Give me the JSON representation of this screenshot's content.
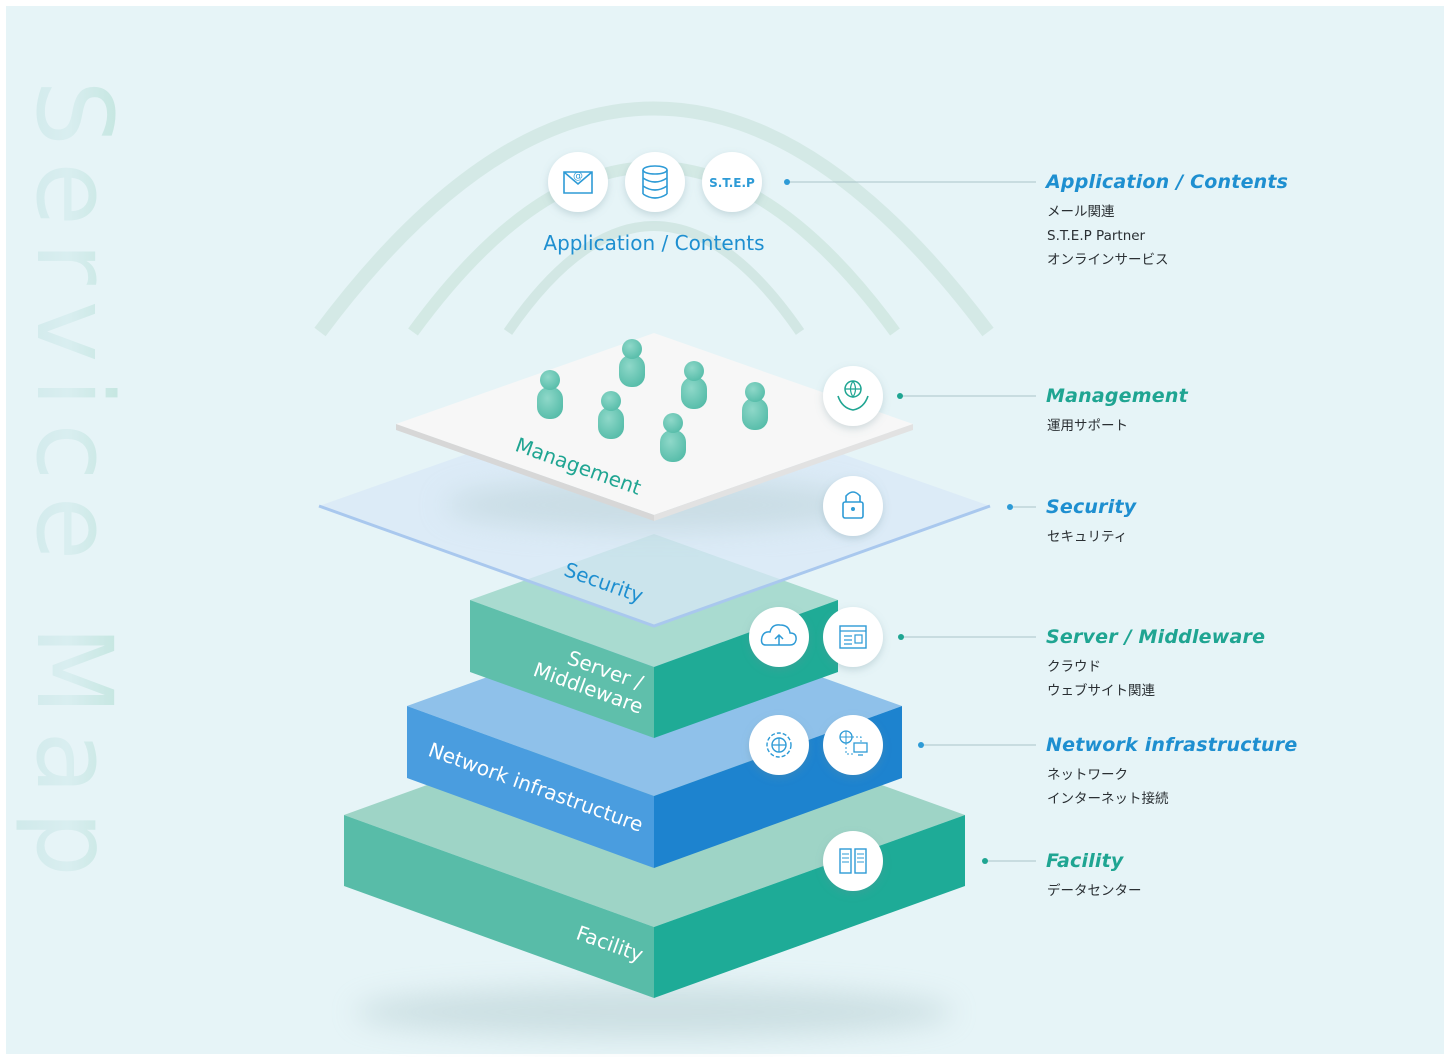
{
  "diagram": {
    "watermark": "Service Map",
    "top_label": "Application / Contents",
    "step_badge": "S.T.E.P",
    "layer_labels": {
      "management": "Management",
      "security": "Security",
      "server_line1": "Server /",
      "server_line2": "Middleware",
      "network": "Network infrastructure",
      "facility": "Facility"
    }
  },
  "legend": [
    {
      "title": "Application / Contents",
      "items": [
        "メール関連",
        "S.T.E.P Partner",
        "オンラインサービス"
      ],
      "color": "#1e8fd0"
    },
    {
      "title": "Management",
      "items": [
        "運用サポート"
      ],
      "color": "#1fa592"
    },
    {
      "title": "Security",
      "items": [
        "セキュリティ"
      ],
      "color": "#1e8fd0"
    },
    {
      "title": "Server / Middleware",
      "items": [
        "クラウド",
        "ウェブサイト関連"
      ],
      "color": "#1fa592"
    },
    {
      "title": "Network infrastructure",
      "items": [
        "ネットワーク",
        "インターネット接続"
      ],
      "color": "#1e8fd0"
    },
    {
      "title": "Facility",
      "items": [
        "データセンター"
      ],
      "color": "#1fa592"
    }
  ],
  "icons": [
    "mail-icon",
    "database-icon",
    "step-icon",
    "globe-hands-icon",
    "lock-icon",
    "cloud-upload-icon",
    "browser-window-icon",
    "globe-target-icon",
    "network-computer-icon",
    "server-rack-icon"
  ]
}
